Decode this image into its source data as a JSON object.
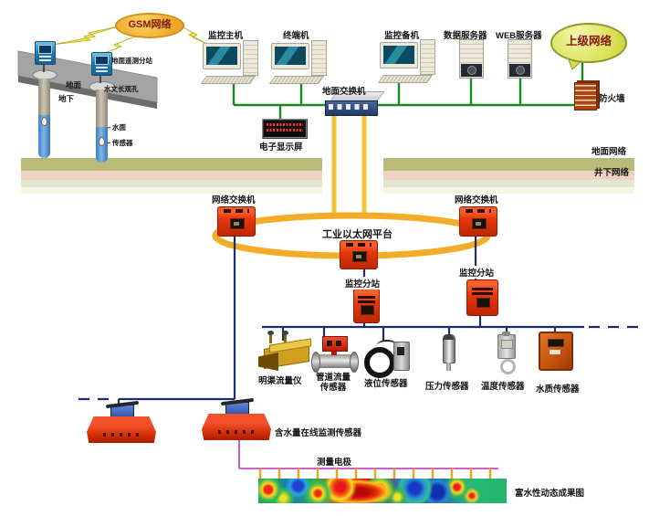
{
  "diagram": {
    "gsm_cloud": "GSM网络",
    "upper_network_cloud": "上级网络",
    "telemetry_station": "地面遥测分站",
    "ground": "地面",
    "underground": "地下",
    "borehole": "水文长观孔",
    "water_surface": "水面",
    "downhole_sensor": "传感器",
    "monitor_host": "监控主机",
    "terminal": "终端机",
    "monitor_backup": "监控备机",
    "data_server": "数据服务器",
    "web_server": "WEB服务器",
    "firewall": "防火墙",
    "ground_switch": "地面交换机",
    "led_display": "电子显示屏",
    "surface_network": "地面网络",
    "underground_network": "井下网络",
    "ethernet_platform": "工业以太网平台",
    "network_switch_left": "网络交换机",
    "network_switch_right": "网络交换机",
    "substation_center": "监控分站",
    "substation_right": "监控分站",
    "moisture_sensor": "含水量在线监测传感器",
    "electrode": "测量电极",
    "result_map": "富水性动态成果图"
  },
  "sensors": [
    {
      "label": "明渠流量仪"
    },
    {
      "label": "管道流量传感器"
    },
    {
      "label": "液位传感器"
    },
    {
      "label": "压力传感器"
    },
    {
      "label": "温度传感器"
    },
    {
      "label": "水质传感器"
    }
  ],
  "colors": {
    "ring_yellow": "#f3ac28",
    "fiber_yellow": "#f0c23c",
    "lan_green": "#188a22",
    "underground_navy": "#1d2d6b",
    "electrode_magenta": "#cf5ec9",
    "device_red": "#e8380c"
  }
}
